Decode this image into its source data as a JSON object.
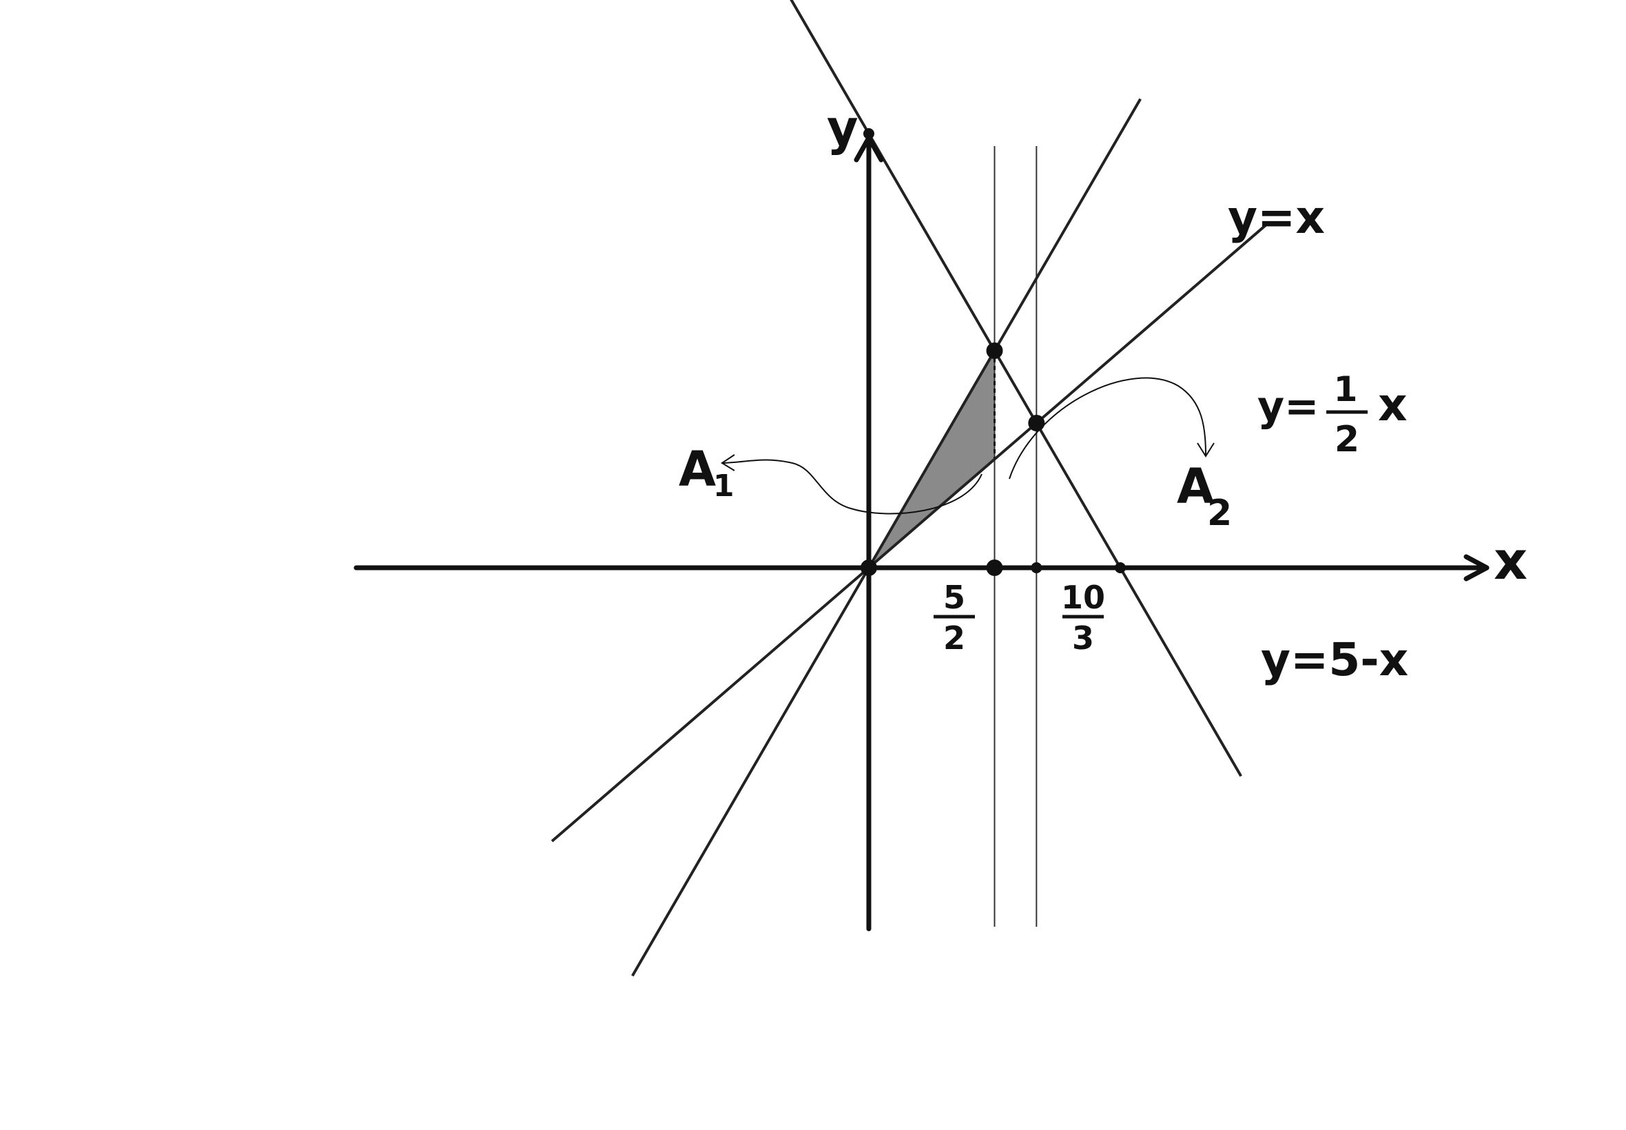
{
  "diagram": {
    "axis_labels": {
      "x": "x",
      "y": "y"
    },
    "lines": [
      {
        "id": "line-y-eq-x",
        "equation": "y=x",
        "slope": 1,
        "intercept": 0
      },
      {
        "id": "line-y-eq-half-x",
        "equation_prefix": "y=",
        "fraction_num": "1",
        "fraction_den": "2",
        "equation_suffix": "x",
        "slope": 0.5,
        "intercept": 0
      },
      {
        "id": "line-y-eq-5-minus-x",
        "equation": "y=5-x",
        "slope": -1,
        "intercept": 5
      }
    ],
    "vertical_guides": [
      {
        "x": 2.5
      },
      {
        "x": 3.3333
      }
    ],
    "tick_labels": [
      {
        "x": 2.5,
        "num": "5",
        "den": "2"
      },
      {
        "x": 3.3333,
        "num": "10",
        "den": "3"
      }
    ],
    "key_points": [
      {
        "x": 0,
        "y": 0
      },
      {
        "x": 0,
        "y": 5
      },
      {
        "x": 2.5,
        "y": 2.5
      },
      {
        "x": 3.3333,
        "y": 1.6667
      },
      {
        "x": 5,
        "y": 0
      },
      {
        "x": 2.5,
        "y": 0
      },
      {
        "x": 3.3333,
        "y": 0
      }
    ],
    "regions": [
      {
        "label_main": "A",
        "label_sub": "1",
        "shaded": true
      },
      {
        "label_main": "A",
        "label_sub": "2",
        "shaded": false
      }
    ],
    "colors": {
      "ink": "#111111",
      "shade": "#8a8a8a",
      "background": "#ffffff"
    }
  }
}
